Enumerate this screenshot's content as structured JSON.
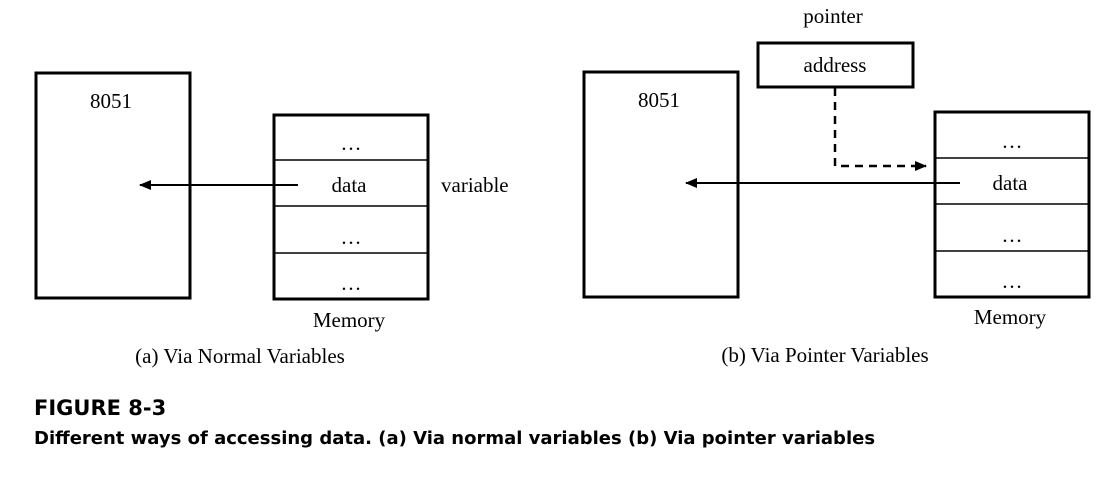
{
  "panel_a": {
    "cpu_label": "8051",
    "memory_cells": [
      "…",
      "data",
      "…",
      "…"
    ],
    "variable_label": "variable",
    "memory_label": "Memory",
    "caption": "(a) Via Normal Variables"
  },
  "panel_b": {
    "pointer_label": "pointer",
    "pointer_value": "address",
    "cpu_label": "8051",
    "memory_cells": [
      "…",
      "data",
      "…",
      "…"
    ],
    "memory_label": "Memory",
    "caption": "(b) Via Pointer Variables"
  },
  "figure": {
    "title": "FIGURE 8-3",
    "description": "Different ways of accessing data. (a) Via normal variables (b) Via pointer variables"
  }
}
